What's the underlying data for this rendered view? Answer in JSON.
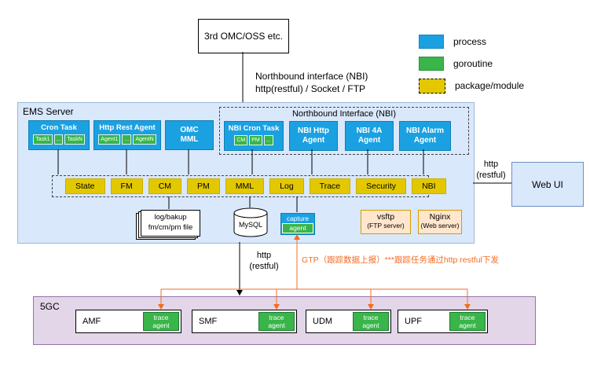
{
  "title_box": "3rd OMC/OSS etc.",
  "nbi_label": {
    "line1": "Northbound interface (NBI)",
    "line2": "http(restful) / Socket / FTP"
  },
  "legend": {
    "process": "process",
    "goroutine": "goroutine",
    "package": "package/module"
  },
  "ems": {
    "title": "EMS Server",
    "cron_task": {
      "title": "Cron Task",
      "subs": [
        "Task1",
        "...",
        "TaskN"
      ]
    },
    "http_rest_agent": {
      "title": "Http Rest Agent",
      "subs": [
        "Agent1",
        "...",
        "AgentN"
      ]
    },
    "omc_mml": {
      "title": "OMC MML"
    },
    "nbi_group": {
      "title": "Northbound Interface (NBI)",
      "nbi_cron_task": {
        "title": "NBI Cron Task",
        "subs": [
          "CM",
          "PM",
          "..."
        ]
      },
      "nbi_http_agent": "NBI Http Agent",
      "nbi_4a_agent": "NBI 4A Agent",
      "nbi_alarm_agent": "NBI Alarm Agent"
    },
    "modules": [
      "State",
      "FM",
      "CM",
      "PM",
      "MML",
      "Log",
      "Trace",
      "Security",
      "NBI"
    ],
    "log_file": {
      "line1": "log/bakup",
      "line2": "fm/cm/pm file"
    },
    "mysql": "MySQL",
    "capture_agent": {
      "title": "capture",
      "sub": "agent"
    },
    "vsftp": {
      "name": "vsftp",
      "sub": "(FTP server)"
    },
    "nginx": {
      "name": "Nginx",
      "sub": "(Web server)"
    }
  },
  "web_ui": {
    "label": "Web UI",
    "http": "http",
    "restful": "(restful)"
  },
  "south": {
    "http": "http",
    "restful": "(restful)",
    "gtp": "GTP（跟踪数据上报）***跟踪任务通过http restful下发"
  },
  "core": {
    "title": "5GC",
    "nfs": [
      {
        "name": "AMF",
        "agent": "trace agent"
      },
      {
        "name": "SMF",
        "agent": "trace agent"
      },
      {
        "name": "UDM",
        "agent": "trace agent"
      },
      {
        "name": "UPF",
        "agent": "trace agent"
      }
    ]
  },
  "colors": {
    "process": "#1ba1e2",
    "goroutine": "#39b54a",
    "package": "#e3c800",
    "orange": "#f36c21",
    "ems-bg": "#d9e8fb",
    "core-bg": "#e2d6e8",
    "peach-bg": "#ffe6cc",
    "peach-border": "#d79b00",
    "webui-bg": "#dae8fc",
    "webui-border": "#6c8ebf"
  }
}
